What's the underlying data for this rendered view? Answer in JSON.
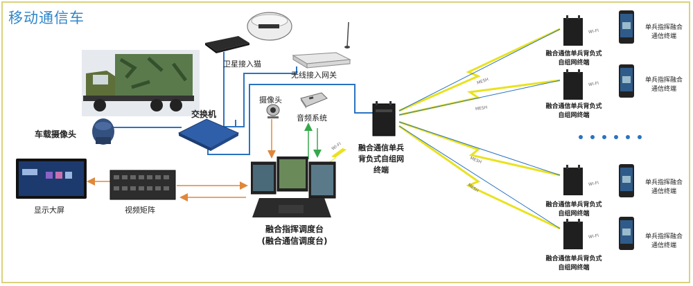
{
  "title": "移动通信车",
  "labels": {
    "satellite": "卫星接入猫",
    "wireless_gateway": "无线接入网关",
    "switch": "交换机",
    "vehicle_camera": "车载摄像头",
    "camera": "摄像头",
    "audio_system": "音频系统",
    "display_screen": "显示大屏",
    "video_matrix": "视频矩阵",
    "console_line1": "融合指挥调度台",
    "console_line2": "(融合通信调度台)",
    "backpack_center_line1": "融合通信单兵",
    "backpack_center_line2": "背负式自组网",
    "backpack_center_line3": "终端",
    "link_wifi": "WI-FI",
    "link_mesh": "MESH",
    "right_units": [
      {
        "backpack_line1": "融合通信单兵背负式",
        "backpack_line2": "自组网终端",
        "handset_line1": "单兵指挥融合",
        "handset_line2": "通信终端",
        "wifi": "WI-FI"
      },
      {
        "backpack_line1": "融合通信单兵背负式",
        "backpack_line2": "自组网终端",
        "handset_line1": "单兵指挥融合",
        "handset_line2": "通信终端",
        "wifi": "WI-FI"
      },
      {
        "backpack_line1": "融合通信单兵背负式",
        "backpack_line2": "自组网终端",
        "handset_line1": "单兵指挥融合",
        "handset_line2": "通信终端",
        "wifi": "WI-FI"
      },
      {
        "backpack_line1": "融合通信单兵背负式",
        "backpack_line2": "自组网终端",
        "handset_line1": "单兵指挥融合",
        "handset_line2": "通信终端",
        "wifi": "WI-FI"
      }
    ]
  },
  "colors": {
    "title": "#2f86c9",
    "cable_blue": "#2a73c0",
    "arrow_orange": "#e0873a",
    "arrow_green": "#36a84a",
    "lightning": "#e9e21e",
    "dots": "#2a73c0",
    "frame": "#d9d27a"
  }
}
